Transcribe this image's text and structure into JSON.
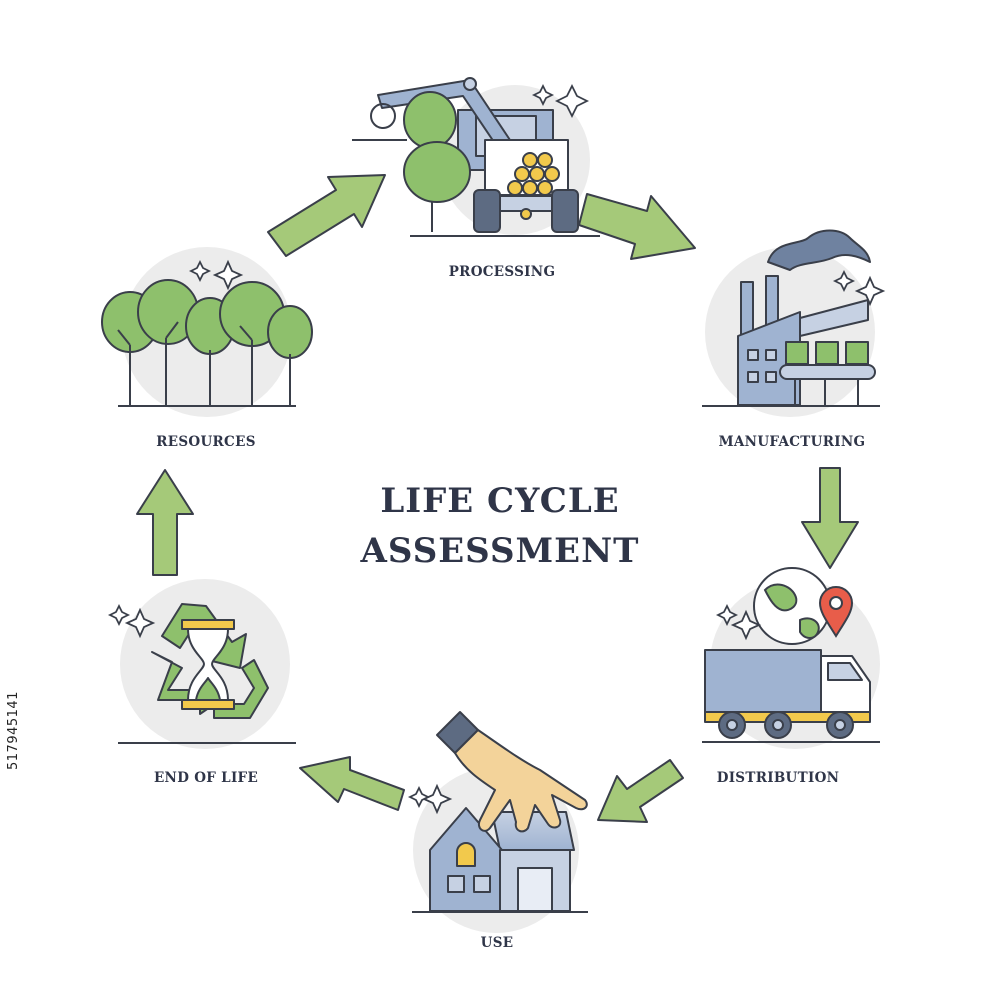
{
  "title": {
    "line1": "LIFE CYCLE",
    "line2": "ASSESSMENT"
  },
  "stages": [
    {
      "id": "processing",
      "label": "PROCESSING",
      "icon": "harvester-icon"
    },
    {
      "id": "manufacturing",
      "label": "MANUFACTURING",
      "icon": "factory-icon"
    },
    {
      "id": "distribution",
      "label": "DISTRIBUTION",
      "icon": "delivery-truck-icon"
    },
    {
      "id": "use",
      "label": "USE",
      "icon": "house-hand-icon"
    },
    {
      "id": "end_of_life",
      "label": "END OF LIFE",
      "icon": "recycle-hourglass-icon"
    },
    {
      "id": "resources",
      "label": "RESOURCES",
      "icon": "forest-icon"
    }
  ],
  "stock_id": "517945141",
  "colors": {
    "arrow": "#a5c979",
    "arrow_stroke": "#3a3f4a",
    "circle_bg": "#ececec",
    "tree_green": "#8ec06c",
    "steel_blue": "#9fb3d1",
    "text": "#2f3548"
  }
}
